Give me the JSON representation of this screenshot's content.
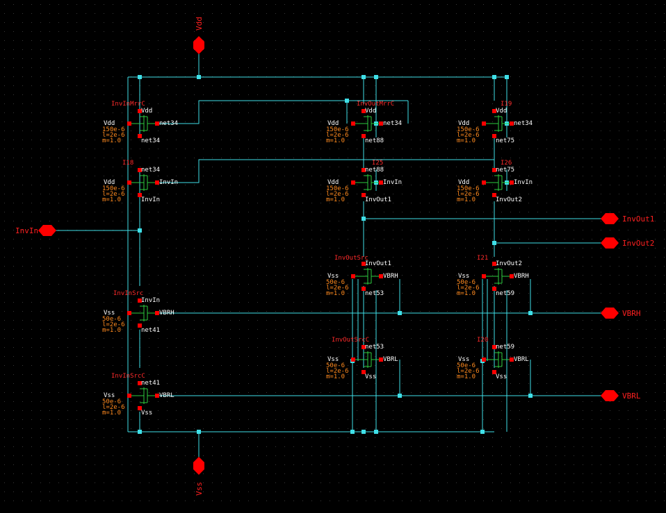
{
  "colors": {
    "background": "#000000",
    "wire": "#40e0e8",
    "pin": "#ff0000",
    "label": "#ffffff",
    "param": "#ff8a1e",
    "instance": "#ff2a2a",
    "device": "#2ecc40",
    "grid": "#3a3a3a"
  },
  "pins": {
    "vdd": "Vdd",
    "vss": "Vss",
    "invin": "InvIn",
    "invout1": "InvOut1",
    "invout2": "InvOut2",
    "vbrh": "VBRH",
    "vbrl": "VBRL"
  },
  "instances": {
    "invinmrr": {
      "name": "InvInMrrC",
      "d": "Vdd",
      "g": "net34",
      "s": "net34",
      "b": "Vdd",
      "w": "150e-6",
      "l": "l=2e-6",
      "m": "m=1.0"
    },
    "i18": {
      "name": "I18",
      "d": "net34",
      "g": "InvIn",
      "s": "InvIn",
      "b": "Vdd",
      "w": "150e-6",
      "l": "l=2e-6",
      "m": "m=1.0"
    },
    "invoutmrr": {
      "name": "InvOutMrrC",
      "d": "Vdd",
      "g": "net34",
      "s": "net88",
      "b": "Vdd",
      "w": "150e-6",
      "l": "l=2e-6",
      "m": "m=1.0"
    },
    "i19": {
      "name": "I19",
      "d": "Vdd",
      "g": "net34",
      "s": "net75",
      "b": "Vdd",
      "w": "150e-6",
      "l": "l=2e-6",
      "m": "m=1.0"
    },
    "i25": {
      "name": "I25",
      "d": "net88",
      "g": "InvIn",
      "s": "InvOut1",
      "b": "Vdd",
      "w": "150e-6",
      "l": "l=2e-6",
      "m": "m=1.0"
    },
    "i26": {
      "name": "I26",
      "d": "net75",
      "g": "InvIn",
      "s": "InvOut2",
      "b": "Vdd",
      "w": "150e-6",
      "l": "l=2e-6",
      "m": "m=1.0"
    },
    "invinsrc": {
      "name": "InvInSrc",
      "d": "InvIn",
      "g": "VBRH",
      "s": "net41",
      "b": "Vss",
      "w": "50e-6",
      "l": "l=2e-6",
      "m": "m=1.0"
    },
    "invinsrcc": {
      "name": "InvInSrcC",
      "d": "net41",
      "g": "VBRL",
      "s": "Vss",
      "b": "Vss",
      "w": "50e-6",
      "l": "l=2e-6",
      "m": "m=1.0"
    },
    "invoutsrc": {
      "name": "InvOutSrc",
      "d": "InvOut1",
      "g": "VBRH",
      "s": "net53",
      "b": "Vss",
      "w": "50e-6",
      "l": "l=2e-6",
      "m": "m=1.0"
    },
    "i21": {
      "name": "I21",
      "d": "InvOut2",
      "g": "VBRH",
      "s": "net59",
      "b": "Vss",
      "w": "50e-6",
      "l": "l=2e-6",
      "m": "m=1.0"
    },
    "invoutsrcc": {
      "name": "InvOutSrcC",
      "d": "net53",
      "g": "VBRL",
      "s": "Vss",
      "b": "Vss",
      "w": "50e-6",
      "l": "l=2e-6",
      "m": "m=1.0"
    },
    "i20": {
      "name": "I20",
      "d": "net59",
      "g": "VBRL",
      "s": "Vss",
      "b": "Vss",
      "w": "50e-6",
      "l": "l=2e-6",
      "m": "m=1.0"
    }
  }
}
